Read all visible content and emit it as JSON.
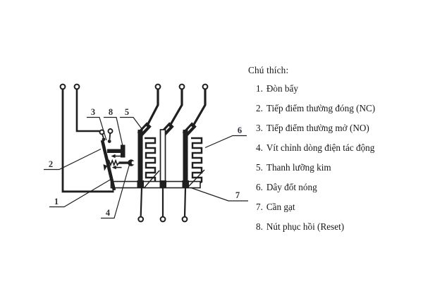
{
  "colors": {
    "paper": "#ffffff",
    "ink": "#1f1f1f",
    "callout_ink": "#2b2f38"
  },
  "legend": {
    "title": "Chú thích:",
    "items": [
      {
        "number": "1.",
        "label": "Đòn bẩy"
      },
      {
        "number": "2.",
        "label": "Tiếp điểm thường đóng (NC)"
      },
      {
        "number": "3.",
        "label": "Tiếp điểm thường mở (NO)"
      },
      {
        "number": "4.",
        "label": "Vít chỉnh dòng điện tác động"
      },
      {
        "number": "5.",
        "label": "Thanh lưỡng kim"
      },
      {
        "number": "6.",
        "label": "Dây đốt nóng"
      },
      {
        "number": "7.",
        "label": "Cần gạt"
      },
      {
        "number": "8.",
        "label": "Nút phục hồi (Reset)"
      }
    ]
  },
  "diagram": {
    "callouts": [
      {
        "number": "1"
      },
      {
        "number": "2"
      },
      {
        "number": "3"
      },
      {
        "number": "4"
      },
      {
        "number": "5"
      },
      {
        "number": "6"
      },
      {
        "number": "7"
      },
      {
        "number": "8"
      }
    ]
  }
}
